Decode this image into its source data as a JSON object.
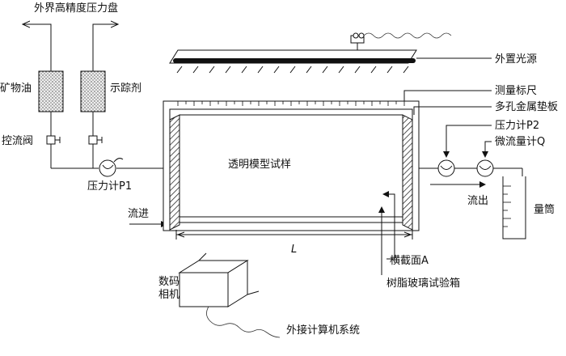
{
  "labels": {
    "pressure_source": "外界高精度压力盘",
    "mineral_oil": "矿物油",
    "tracer": "示踪剂",
    "control_valve": "控流阀",
    "pressure_p1": "压力计P1",
    "inflow": "流进",
    "model_sample": "透明模型试样",
    "light_source": "外置光源",
    "scale": "测量标尺",
    "metal_plate": "多孔金属垫板",
    "pressure_p2": "压力计P2",
    "micro_flowmeter": "微流量计Q",
    "outflow": "流出",
    "cylinder": "量筒",
    "length": "L",
    "cross_section": "横截面A",
    "resin_box": "树脂玻璃试验箱",
    "camera_line1": "数码",
    "camera_line2": "相机",
    "computer": "外接计算机系统"
  }
}
